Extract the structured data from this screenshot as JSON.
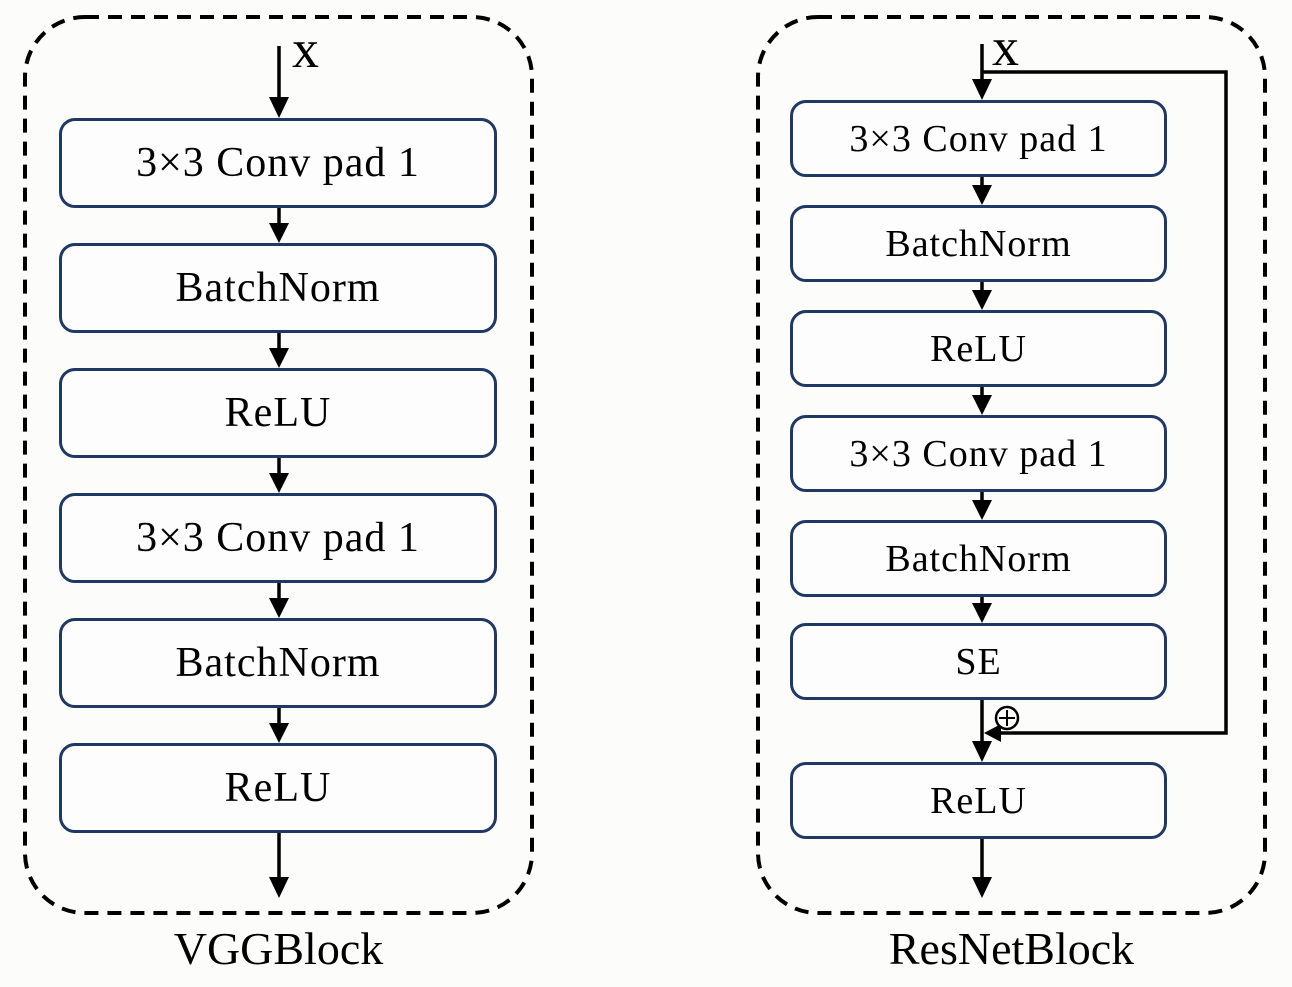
{
  "colors": {
    "page_background": "#fcfcfb",
    "box_border": "#1f3864",
    "dashed_border": "#000000",
    "arrow": "#000000",
    "text": "#000000"
  },
  "blocks": [
    {
      "caption": "VGGBlock",
      "input_label": "x",
      "layers": [
        "3×3 Conv pad 1",
        "BatchNorm",
        "ReLU",
        "3×3 Conv pad 1",
        "BatchNorm",
        "ReLU"
      ]
    },
    {
      "caption": "ResNetBlock",
      "input_label": "x",
      "layers": [
        "3×3 Conv pad 1",
        "BatchNorm",
        "ReLU",
        "3×3 Conv pad 1",
        "BatchNorm",
        "SE",
        "ReLU"
      ],
      "merge_symbol": "⊕",
      "skip_connection": "identity"
    }
  ]
}
